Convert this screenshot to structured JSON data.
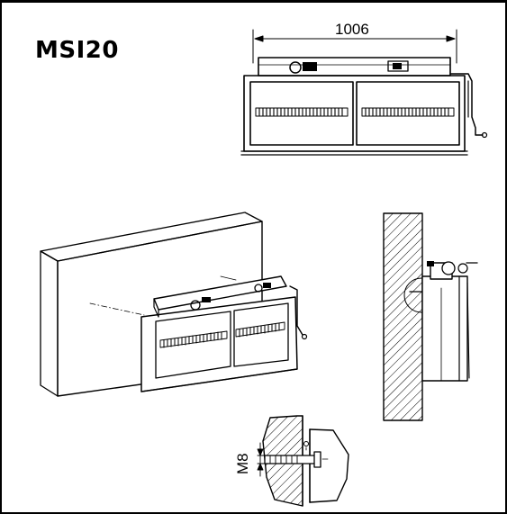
{
  "title": "MSI20",
  "dimensions": {
    "width": "1006",
    "bolt": "M8"
  },
  "views": [
    {
      "name": "front-view"
    },
    {
      "name": "isometric-view"
    },
    {
      "name": "side-view"
    },
    {
      "name": "anchor-detail"
    }
  ],
  "colors": {
    "line": "#000000",
    "background": "#ffffff"
  }
}
